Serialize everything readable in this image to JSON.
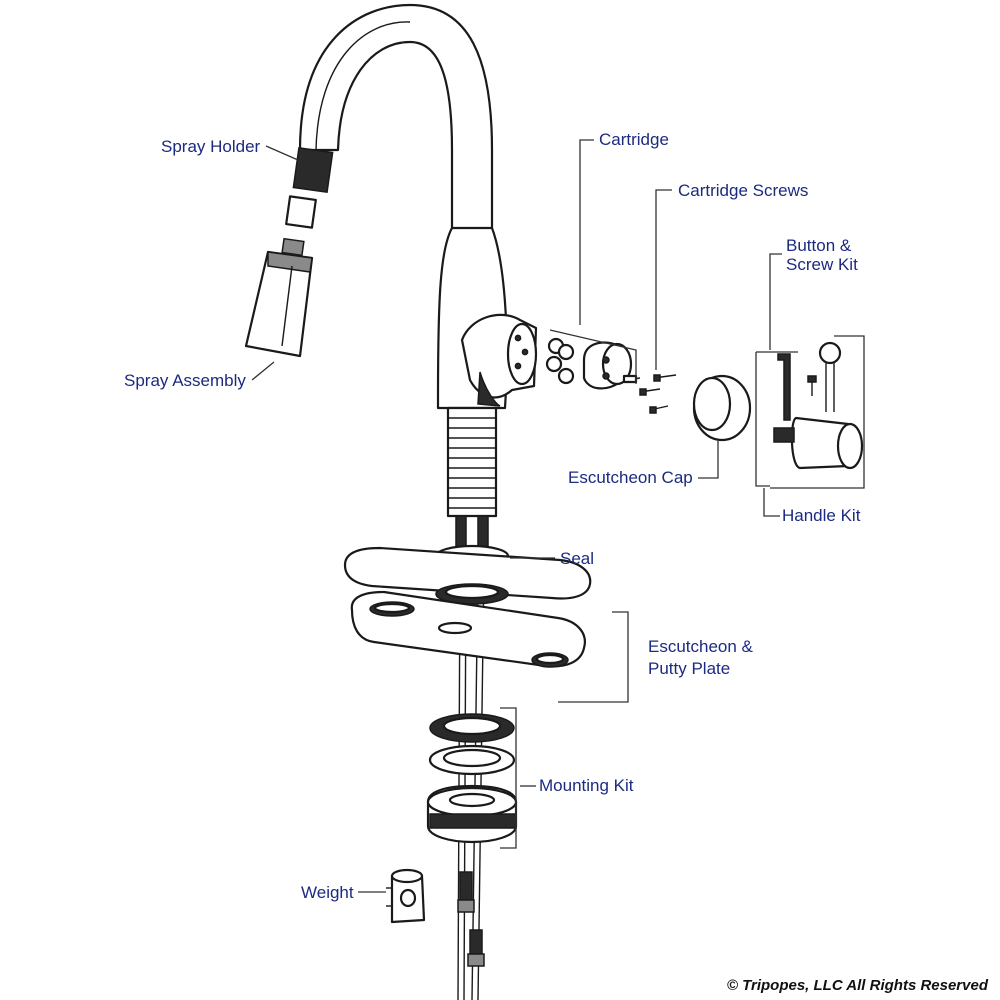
{
  "labels": {
    "spray_holder": "Spray Holder",
    "spray_assembly": "Spray Assembly",
    "cartridge": "Cartridge",
    "cartridge_screws": "Cartridge Screws",
    "button_screw_kit_line1": "Button &",
    "button_screw_kit_line2": "Screw Kit",
    "escutcheon_cap": "Escutcheon Cap",
    "handle_kit": "Handle Kit",
    "seal": "Seal",
    "escutcheon_putty_line1": "Escutcheon &",
    "escutcheon_putty_line2": "Putty Plate",
    "mounting_kit": "Mounting Kit",
    "weight": "Weight"
  },
  "copyright": "© Tripopes, LLC All Rights Reserved",
  "colors": {
    "label_text": "#1c2a80",
    "line_art": "#1a1a1a"
  }
}
